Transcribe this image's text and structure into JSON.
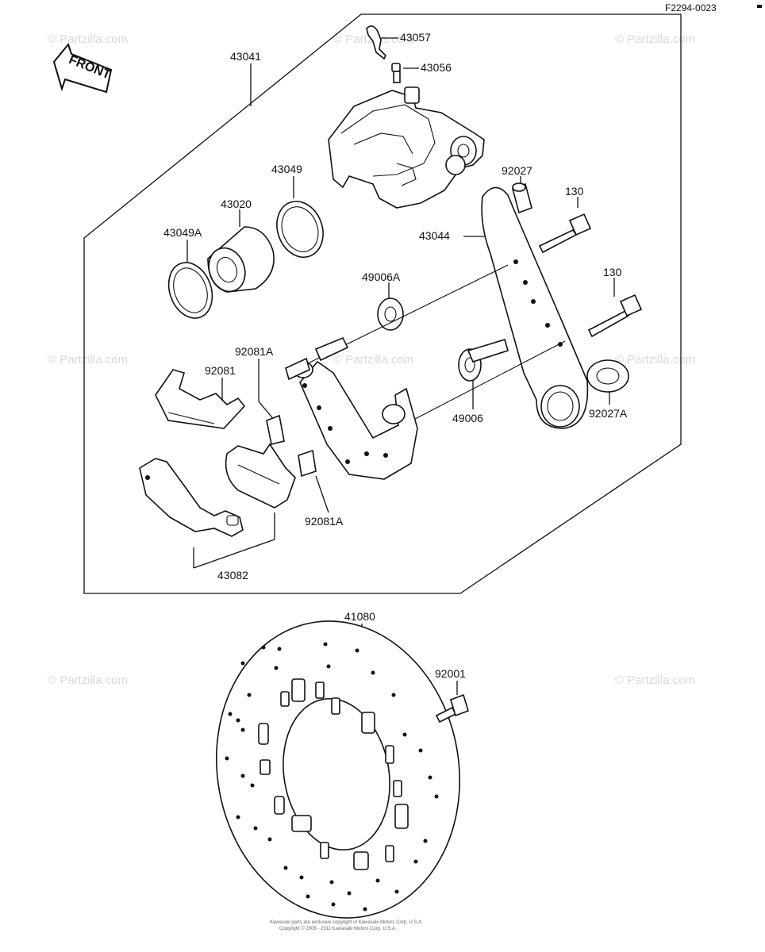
{
  "figure_code": "F2294-0023",
  "front_label": "FRONT",
  "watermark": "© Partzilla.com",
  "copyright_lines": [
    "Kawasaki parts are exclusive copyright of Kawasaki Motors Corp. U.S.A.",
    "Copyright © 2006 - 2011 Kawasaki Motors Corp. U.S.A."
  ],
  "callouts": {
    "p43041": "43041",
    "p43057": "43057",
    "p43056": "43056",
    "p43049": "43049",
    "p43020": "43020",
    "p43049A": "43049A",
    "p92027": "92027",
    "p130a": "130",
    "p43044": "43044",
    "p49006A": "49006A",
    "p130b": "130",
    "p92081A_top": "92081A",
    "p92081": "92081",
    "p49006": "49006",
    "p92027A": "92027A",
    "p92081A_bottom": "92081A",
    "p43082": "43082",
    "p41080": "41080",
    "p92001": "92001"
  }
}
